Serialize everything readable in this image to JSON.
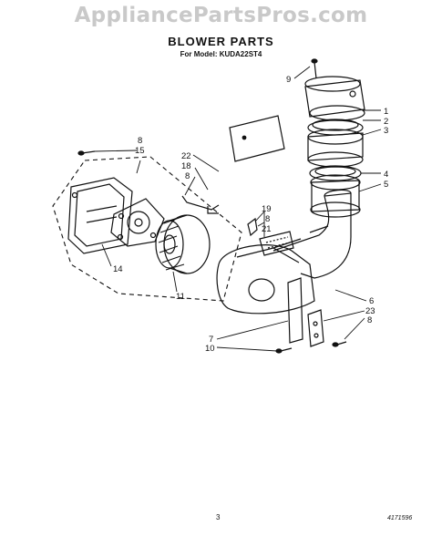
{
  "watermark": "AppliancePartsPros.com",
  "title": "BLOWER PARTS",
  "subtitle": "For Model: KUDA22ST4",
  "page_number": "3",
  "figure_number": "4171596",
  "callouts": {
    "c9": "9",
    "c1": "1",
    "c2": "2",
    "c3": "3",
    "c4": "4",
    "c5": "5",
    "c22": "22",
    "c18": "18",
    "c8a": "8",
    "c8b": "8",
    "c15": "15",
    "c19": "19",
    "c8c": "8",
    "c21": "21",
    "c14": "14",
    "c11": "11",
    "c6": "6",
    "c23": "23",
    "c8d": "8",
    "c7": "7",
    "c10": "10"
  }
}
